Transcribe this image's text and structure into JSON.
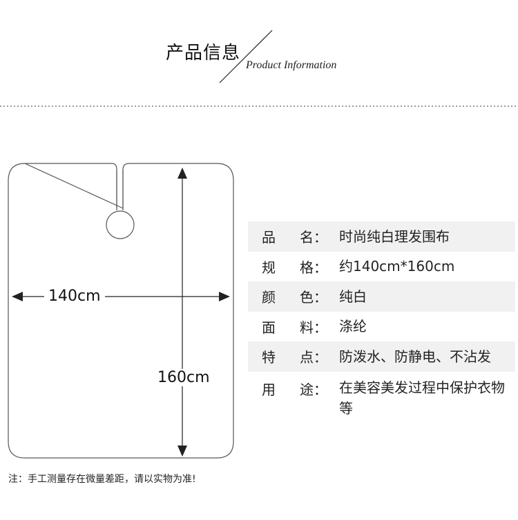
{
  "header": {
    "title": "产品信息",
    "subtitle": "Product  Information"
  },
  "diagram": {
    "width_label": "140cm",
    "height_label": "160cm"
  },
  "specs": [
    {
      "key_a": "品",
      "key_b": "名：",
      "value": "时尚纯白理发围布"
    },
    {
      "key_a": "规",
      "key_b": "格：",
      "value": "约140cm*160cm"
    },
    {
      "key_a": "颜",
      "key_b": "色：",
      "value": "纯白"
    },
    {
      "key_a": "面",
      "key_b": "料：",
      "value": "涤纶"
    },
    {
      "key_a": "特",
      "key_b": "点：",
      "value": "防泼水、防静电、不沾发"
    },
    {
      "key_a": "用",
      "key_b": "途：",
      "value": "在美容美发过程中保护衣物等"
    }
  ],
  "footnote": "注：手工测量存在微量差距，请以实物为准!"
}
